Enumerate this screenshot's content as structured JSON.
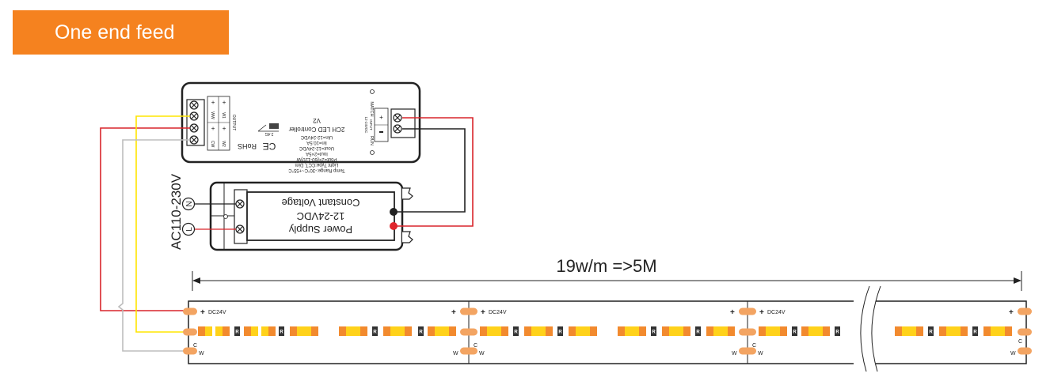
{
  "title": "One end feed",
  "controller": {
    "model": "V2",
    "name": "2CH LED Controller",
    "specs": [
      "Uin=12-24VDC",
      "Iin=10.5A",
      "Uout=12-24VDC",
      "Iout=2×5A",
      "Pout=2×(60-120)W",
      "Light Type:CCT, Dim",
      "Temp Range:-30°C~+55°C"
    ],
    "rohs": "RoHS",
    "ce": "CE",
    "match": "MATCH",
    "run": "RUN",
    "input": "INPUT",
    "input_v": "12-24VDC",
    "output": "OUTPUT",
    "w1": "W1",
    "w2": "W2",
    "ww": "WW",
    "cw": "CW",
    "wireless": "2.4G"
  },
  "power_supply": {
    "line1": "Power Supply",
    "line2": "12-24VDC",
    "line3": "Constant Voltage",
    "n": "N",
    "l": "L"
  },
  "ac_label": "AC110-230V",
  "strip": {
    "dimension": "19w/m =>5M",
    "dc_label": "DC24V",
    "plus": "+",
    "c": "C",
    "w": "W",
    "r": "R"
  },
  "colors": {
    "banner": "#f5821f",
    "red_wire": "#d9252b",
    "yellow_wire": "#ffe500",
    "gray_wire": "#bdbdbd",
    "pad": "#f3a462",
    "led_orange": "#f28a2e",
    "led_yellow": "#ffd21a"
  }
}
